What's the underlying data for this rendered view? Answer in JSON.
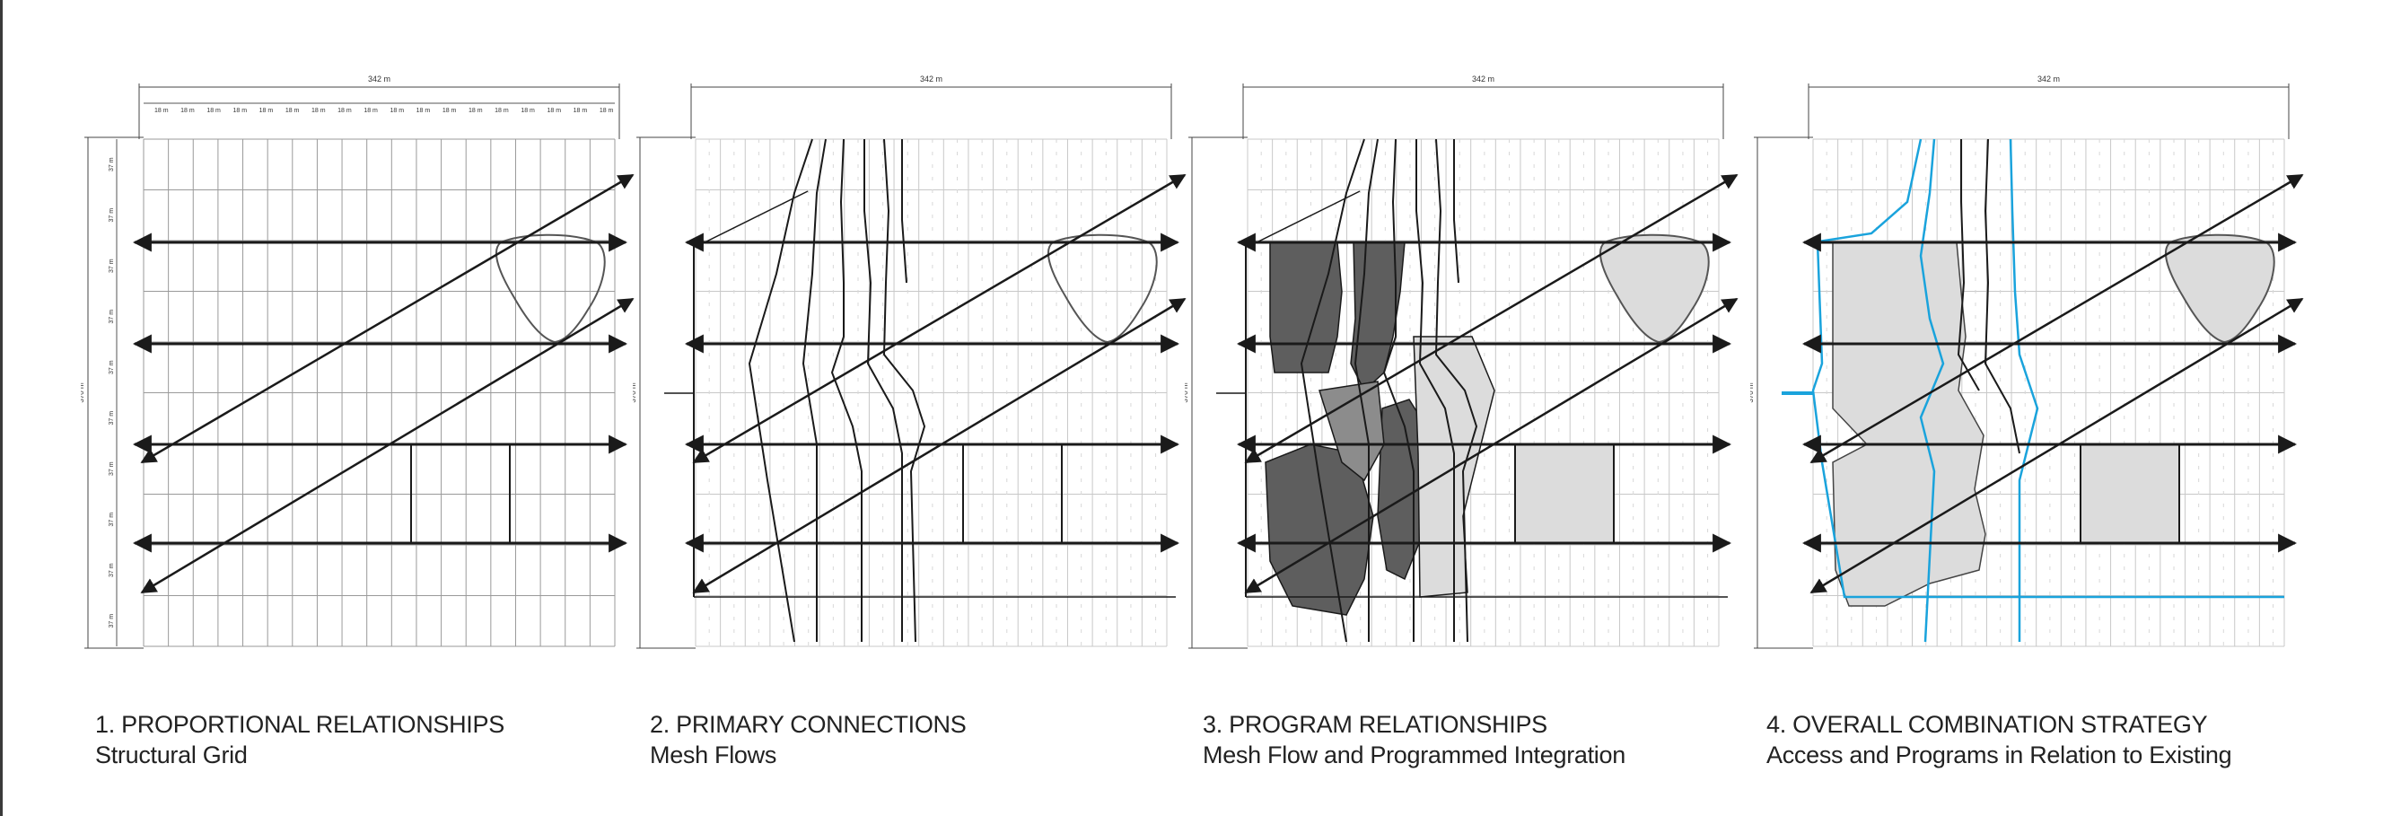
{
  "panels": [
    {
      "id": "p1",
      "title": "1. PROPORTIONAL RELATIONSHIPS",
      "subtitle": "Structural Grid",
      "dim_top": "342 m",
      "dim_side": "370 m",
      "col_labels": [
        "18 m",
        "18 m",
        "18 m",
        "18 m",
        "18 m",
        "18 m",
        "18 m",
        "18 m",
        "18 m",
        "18 m",
        "18 m",
        "18 m",
        "18 m",
        "18 m",
        "18 m",
        "18 m",
        "18 m",
        "18 m"
      ],
      "row_labels": [
        "37 m",
        "37 m",
        "37 m",
        "37 m",
        "37 m",
        "37 m",
        "37 m",
        "37 m",
        "37 m",
        "37 m"
      ]
    },
    {
      "id": "p2",
      "title": "2. PRIMARY CONNECTIONS",
      "subtitle": "Mesh Flows",
      "dim_top": "342 m",
      "dim_side": "370 m"
    },
    {
      "id": "p3",
      "title": "3. PROGRAM RELATIONSHIPS",
      "subtitle": "Mesh Flow and Programmed Integration",
      "dim_top": "342 m",
      "dim_side": "370 m"
    },
    {
      "id": "p4",
      "title": "4. OVERALL COMBINATION STRATEGY",
      "subtitle": "Access and Programs in Relation to Existing",
      "dim_top": "342 m",
      "dim_side": "370 m"
    }
  ],
  "colors": {
    "line": "#1a1a1a",
    "grid": "#9a9a9a",
    "grid_light": "#c8c8c8",
    "dark_fill": "#5e5e5e",
    "mid_fill": "#8c8c8c",
    "light_fill": "#dcdcdc",
    "access": "#1aa3dc"
  }
}
